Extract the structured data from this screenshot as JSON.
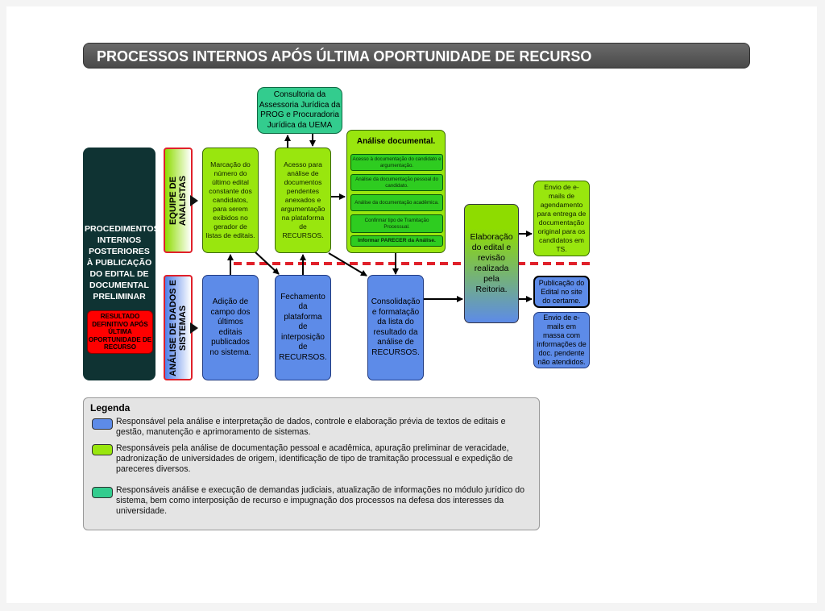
{
  "title": "PROCESSOS INTERNOS APÓS ÚLTIMA OPORTUNIDADE DE RECURSO",
  "left_panel": {
    "text": "PROCEDIMENTOS INTERNOS POSTERIORES À PUBLICAÇÃO DO EDITAL DE DOCUMENTAL PRELIMINAR",
    "red_label": "RESULTADO DEFINITIVO APÓS ÚLTIMA OPORTUNIDADE DE RECURSO"
  },
  "lanes": {
    "analysts": "EQUIPE DE ANALISTAS",
    "systems": "ANÁLISE DE DADOS E SISTEMAS"
  },
  "boxes": {
    "marcacao": "Marcação do número do último edital constante dos candidatos, para serem exibidos no gerador de listas de editais.",
    "acesso": "Acesso para análise de documentos pendentes anexados e argumentação na plataforma de RECURSOS.",
    "consultoria": "Consultoria da Assessoria Jurídica da PROG e Procuradoria Jurídica da UEMA",
    "adicao": "Adição de campo dos últimos editais publicados no sistema.",
    "fechamento": "Fechamento da plataforma de interposição de RECURSOS.",
    "consolidacao": "Consolidação e formatação da lista do resultado da análise de RECURSOS.",
    "elaboracao": "Elaboração do edital e revisão realizada pela Reitoria.",
    "envio_agendamento": "Envio de e-mails de agendamento para entrega de documentação original para os candidatos em TS.",
    "publicacao": "Publicação do Edital no site do certame.",
    "envio_massa": "Envio de e-mails em massa com informações de doc. pendente não atendidos."
  },
  "analise_documental": {
    "title": "Análise documental.",
    "items": [
      "Acesso à documentação do candidato e argumentação.",
      "Análise da documentação pessoal do candidato.",
      "Análise da documentação acadêmica.",
      "Confirmar tipo de Tramitação Processual.",
      "Informar PARECER da Análise."
    ]
  },
  "legend": {
    "title": "Legenda",
    "items": [
      {
        "color": "#5d8be8",
        "text": "Responsável pela análise e interpretação de dados, controle e elaboração prévia de textos de editais e gestão, manutenção e aprimoramento de sistemas."
      },
      {
        "color": "#99e60e",
        "text": "Responsáveis pela análise de documentação pessoal e acadêmica, apuração preliminar de veracidade, padronização de universidades de origem, identificação de tipo de tramitação processual e expedição de pareceres diversos."
      },
      {
        "color": "#33cc8e",
        "text": "Responsáveis análise e execução de demandas judiciais, atualização de informações no módulo jurídico do sistema, bem como interposição de recurso e impugnação dos processos na defesa dos interesses da universidade."
      }
    ]
  },
  "colors": {
    "blue": "#5d8be8",
    "green": "#99e60e",
    "teal": "#33cc8e",
    "dark": "#0f3333",
    "red": "#ff0000",
    "divider": "#e0202a"
  }
}
